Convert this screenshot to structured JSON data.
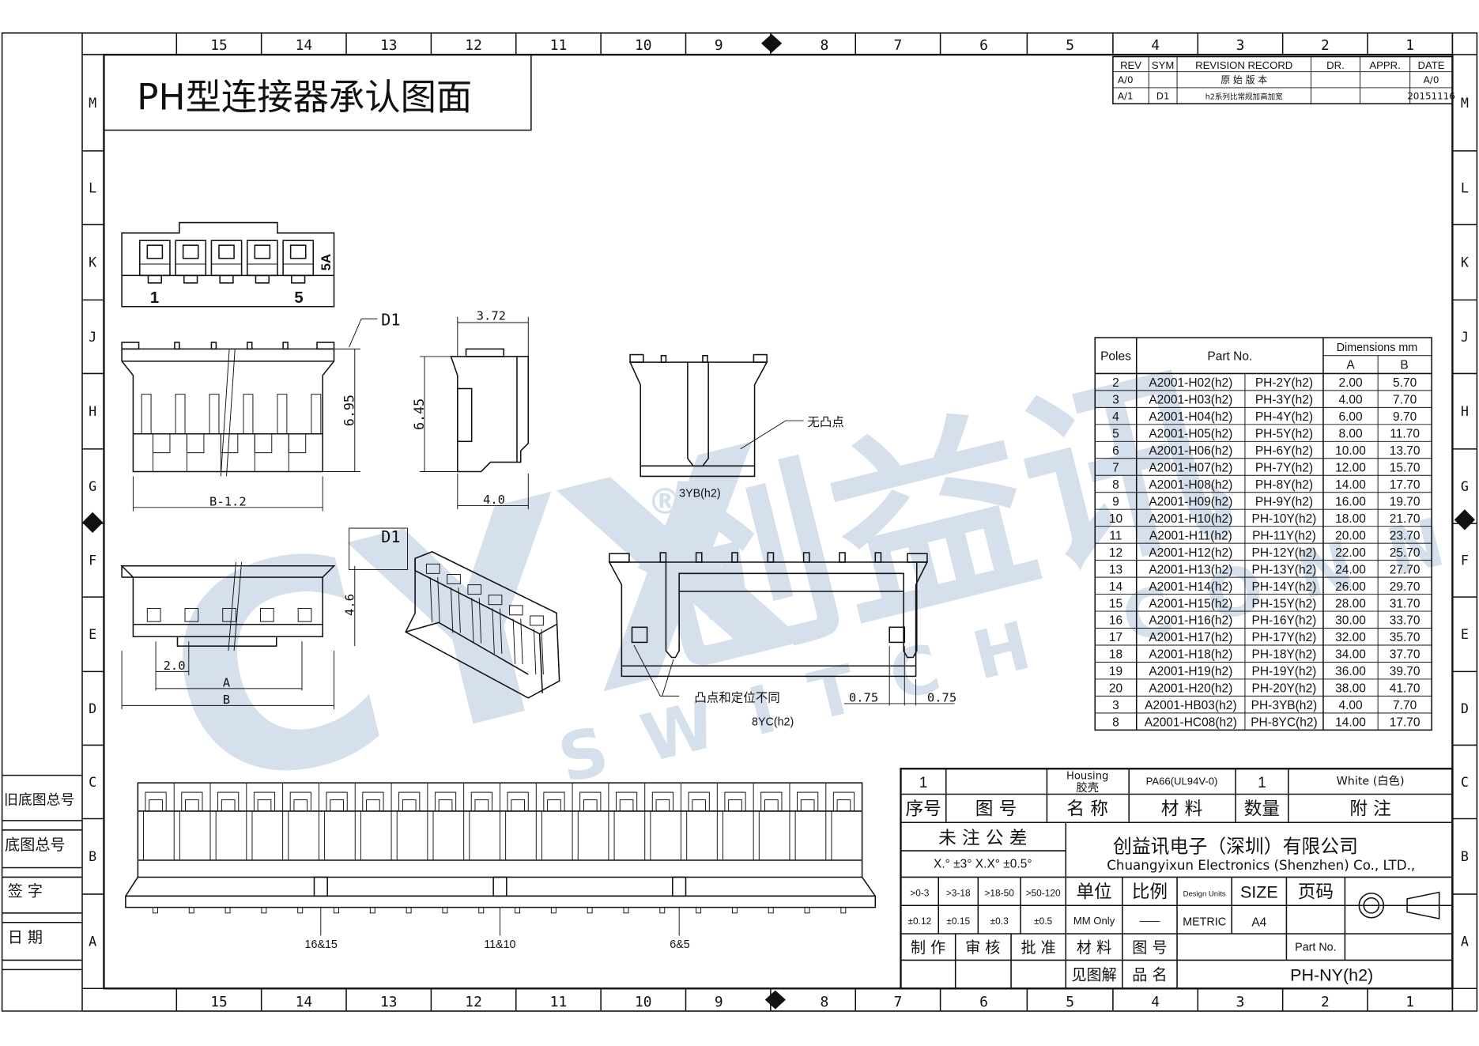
{
  "title": "PH型连接器承认图面",
  "watermark": {
    "logo": "CYX",
    "brand": "创益讯",
    "sub": "SWITCH CONN",
    "registered": "®",
    "color": "#c9d6e6"
  },
  "frame": {
    "columns": [
      "15",
      "14",
      "13",
      "12",
      "11",
      "10",
      "9",
      "8",
      "7",
      "6",
      "5",
      "4",
      "3",
      "2",
      "1"
    ],
    "rows": [
      "M",
      "L",
      "K",
      "J",
      "H",
      "G",
      "F",
      "E",
      "D",
      "C",
      "B",
      "A"
    ],
    "side_labels": [
      "旧底图总号",
      "底图总号",
      "签 字",
      "日 期"
    ]
  },
  "revision": {
    "headers": [
      "REV",
      "SYM",
      "REVISION RECORD",
      "DR.",
      "APPR.",
      "DATE"
    ],
    "rows": [
      [
        "A/0",
        "",
        "原 始 版 本",
        "",
        "",
        "A/0"
      ],
      [
        "A/1",
        "D1",
        "h2系列比常规加高加宽",
        "",
        "",
        "20151116"
      ]
    ]
  },
  "views": {
    "top": {
      "pin_first": "1",
      "pin_last": "5",
      "rating": "5A"
    },
    "front": {
      "rev_mark": "D1",
      "height": "6.95",
      "width": "B-1.2"
    },
    "side": {
      "top_width": "3.72",
      "height": "6.45",
      "bottom_width": "4.0"
    },
    "bottom": {
      "rev_mark": "D1",
      "height": "4.6",
      "pitch": "2.0",
      "dim_a": "A",
      "dim_b": "B"
    },
    "v3yb": {
      "note": "无凸点",
      "label": "3YB(h2)"
    },
    "v8yc": {
      "note": "凸点和定位不同",
      "dim1": "0.75",
      "dim2": "0.75",
      "label": "8YC(h2)"
    },
    "long": {
      "marks": [
        "16&15",
        "11&10",
        "6&5"
      ]
    }
  },
  "parts_table": {
    "headers": {
      "poles": "Poles",
      "part_no": "Part No.",
      "dimensions": "Dimensions mm",
      "a": "A",
      "b": "B"
    },
    "rows": [
      [
        "2",
        "A2001-H02(h2)",
        "PH-2Y(h2)",
        "2.00",
        "5.70"
      ],
      [
        "3",
        "A2001-H03(h2)",
        "PH-3Y(h2)",
        "4.00",
        "7.70"
      ],
      [
        "4",
        "A2001-H04(h2)",
        "PH-4Y(h2)",
        "6.00",
        "9.70"
      ],
      [
        "5",
        "A2001-H05(h2)",
        "PH-5Y(h2)",
        "8.00",
        "11.70"
      ],
      [
        "6",
        "A2001-H06(h2)",
        "PH-6Y(h2)",
        "10.00",
        "13.70"
      ],
      [
        "7",
        "A2001-H07(h2)",
        "PH-7Y(h2)",
        "12.00",
        "15.70"
      ],
      [
        "8",
        "A2001-H08(h2)",
        "PH-8Y(h2)",
        "14.00",
        "17.70"
      ],
      [
        "9",
        "A2001-H09(h2)",
        "PH-9Y(h2)",
        "16.00",
        "19.70"
      ],
      [
        "10",
        "A2001-H10(h2)",
        "PH-10Y(h2)",
        "18.00",
        "21.70"
      ],
      [
        "11",
        "A2001-H11(h2)",
        "PH-11Y(h2)",
        "20.00",
        "23.70"
      ],
      [
        "12",
        "A2001-H12(h2)",
        "PH-12Y(h2)",
        "22.00",
        "25.70"
      ],
      [
        "13",
        "A2001-H13(h2)",
        "PH-13Y(h2)",
        "24.00",
        "27.70"
      ],
      [
        "14",
        "A2001-H14(h2)",
        "PH-14Y(h2)",
        "26.00",
        "29.70"
      ],
      [
        "15",
        "A2001-H15(h2)",
        "PH-15Y(h2)",
        "28.00",
        "31.70"
      ],
      [
        "16",
        "A2001-H16(h2)",
        "PH-16Y(h2)",
        "30.00",
        "33.70"
      ],
      [
        "17",
        "A2001-H17(h2)",
        "PH-17Y(h2)",
        "32.00",
        "35.70"
      ],
      [
        "18",
        "A2001-H18(h2)",
        "PH-18Y(h2)",
        "34.00",
        "37.70"
      ],
      [
        "19",
        "A2001-H19(h2)",
        "PH-19Y(h2)",
        "36.00",
        "39.70"
      ],
      [
        "20",
        "A2001-H20(h2)",
        "PH-20Y(h2)",
        "38.00",
        "41.70"
      ],
      [
        "3",
        "A2001-HB03(h2)",
        "PH-3YB(h2)",
        "4.00",
        "7.70"
      ],
      [
        "8",
        "A2001-HC08(h2)",
        "PH-8YC(h2)",
        "14.00",
        "17.70"
      ]
    ]
  },
  "title_block": {
    "item_no": "1",
    "drawing_no": "",
    "name_en": "Housing",
    "name_cn": "胶壳",
    "material": "PA66(UL94V-0)",
    "qty": "1",
    "remark": "White (白色)",
    "h_seq": "序号",
    "h_drawing": "图      号",
    "h_name": "名 称",
    "h_material": "材    料",
    "h_qty": "数量",
    "h_remark": "附    注",
    "tol_title": "未 注 公 差",
    "tol_angle": "X.° ±3°  X.X° ±0.5°",
    "tol_ranges": [
      ">0-3",
      ">3-18",
      ">18-50",
      ">50-120"
    ],
    "tol_values": [
      "±0.12",
      "±0.15",
      "±0.3",
      "±0.5"
    ],
    "company_cn": "创益讯电子（深圳）有限公司",
    "company_en": "Chuangyixun Electronics (Shenzhen) Co., LTD.,",
    "unit_label": "单位",
    "unit_value": "MM Only",
    "scale_label": "比例",
    "scale_value": "——",
    "design_units_label": "Design Units",
    "design_units_value": "METRIC",
    "size_label": "SIZE",
    "size_value": "A4",
    "page_label": "页码",
    "page_value": "",
    "made_by": "制 作",
    "checked": "审 核",
    "approved": "批 准",
    "material_label": "材 料",
    "drawing_label": "图 号",
    "part_no_label": "Part No.",
    "see_drawing": "见图解",
    "product_label": "品 名",
    "product_name": "PH-NY(h2)"
  }
}
